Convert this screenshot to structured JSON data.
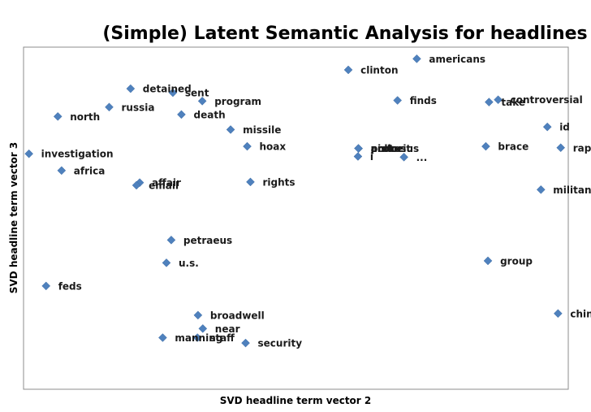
{
  "chart_data": {
    "type": "scatter",
    "title": "(Simple) Latent Semantic Analysis for headlines",
    "xlabel": "SVD headline term vector 2",
    "ylabel": "SVD headline term vector 3",
    "xlim": [
      0,
      100
    ],
    "ylim": [
      0,
      100
    ],
    "grid": false,
    "legend": "none",
    "marker_color": "#4f81bd",
    "points": [
      {
        "label": "americans",
        "x": 72.9,
        "y": 97.5
      },
      {
        "label": "clinton",
        "x": 60.1,
        "y": 94.2
      },
      {
        "label": "detained",
        "x": 19.4,
        "y": 88.6
      },
      {
        "label": "sent",
        "x": 27.3,
        "y": 87.4
      },
      {
        "label": "program",
        "x": 32.8,
        "y": 84.9
      },
      {
        "label": "russia",
        "x": 15.4,
        "y": 83.1
      },
      {
        "label": "death",
        "x": 28.9,
        "y": 80.9
      },
      {
        "label": "north",
        "x": 5.8,
        "y": 80.3
      },
      {
        "label": "finds",
        "x": 69.3,
        "y": 85.1
      },
      {
        "label": "controversial",
        "x": 88.1,
        "y": 85.3
      },
      {
        "label": "take",
        "x": 86.4,
        "y": 84.6
      },
      {
        "label": "missile",
        "x": 38.1,
        "y": 76.4
      },
      {
        "label": "id",
        "x": 97.3,
        "y": 77.2
      },
      {
        "label": "hoax",
        "x": 41.2,
        "y": 71.4
      },
      {
        "label": "brace",
        "x": 85.8,
        "y": 71.4
      },
      {
        "label": "rape",
        "x": 99.8,
        "y": 71.0
      },
      {
        "label": "investigation",
        "x": 0.4,
        "y": 69.2
      },
      {
        "label": "protest",
        "x": 62.0,
        "y": 70.8
      },
      {
        "label": "pistorius",
        "x": 62.0,
        "y": 70.8
      },
      {
        "label": "police",
        "x": 62.0,
        "y": 70.8
      },
      {
        "label": "and",
        "x": 62.0,
        "y": 70.8
      },
      {
        "label": "i",
        "x": 61.9,
        "y": 68.4
      },
      {
        "label": "...",
        "x": 70.5,
        "y": 68.2
      },
      {
        "label": "africa",
        "x": 6.5,
        "y": 64.2
      },
      {
        "label": "affair",
        "x": 21.1,
        "y": 60.6
      },
      {
        "label": "email",
        "x": 20.5,
        "y": 59.8
      },
      {
        "label": "rights",
        "x": 41.8,
        "y": 60.8
      },
      {
        "label": "militant",
        "x": 96.1,
        "y": 58.5
      },
      {
        "label": "petraeus",
        "x": 27.0,
        "y": 43.5
      },
      {
        "label": "u.s.",
        "x": 26.1,
        "y": 36.7
      },
      {
        "label": "group",
        "x": 86.2,
        "y": 37.3
      },
      {
        "label": "feds",
        "x": 3.6,
        "y": 29.8
      },
      {
        "label": "china",
        "x": 99.3,
        "y": 21.6
      },
      {
        "label": "broadwell",
        "x": 32.0,
        "y": 21.1
      },
      {
        "label": "near",
        "x": 32.9,
        "y": 17.1
      },
      {
        "label": "manning",
        "x": 25.4,
        "y": 14.4
      },
      {
        "label": "staff",
        "x": 31.9,
        "y": 14.4
      },
      {
        "label": "security",
        "x": 40.9,
        "y": 12.8
      }
    ]
  }
}
